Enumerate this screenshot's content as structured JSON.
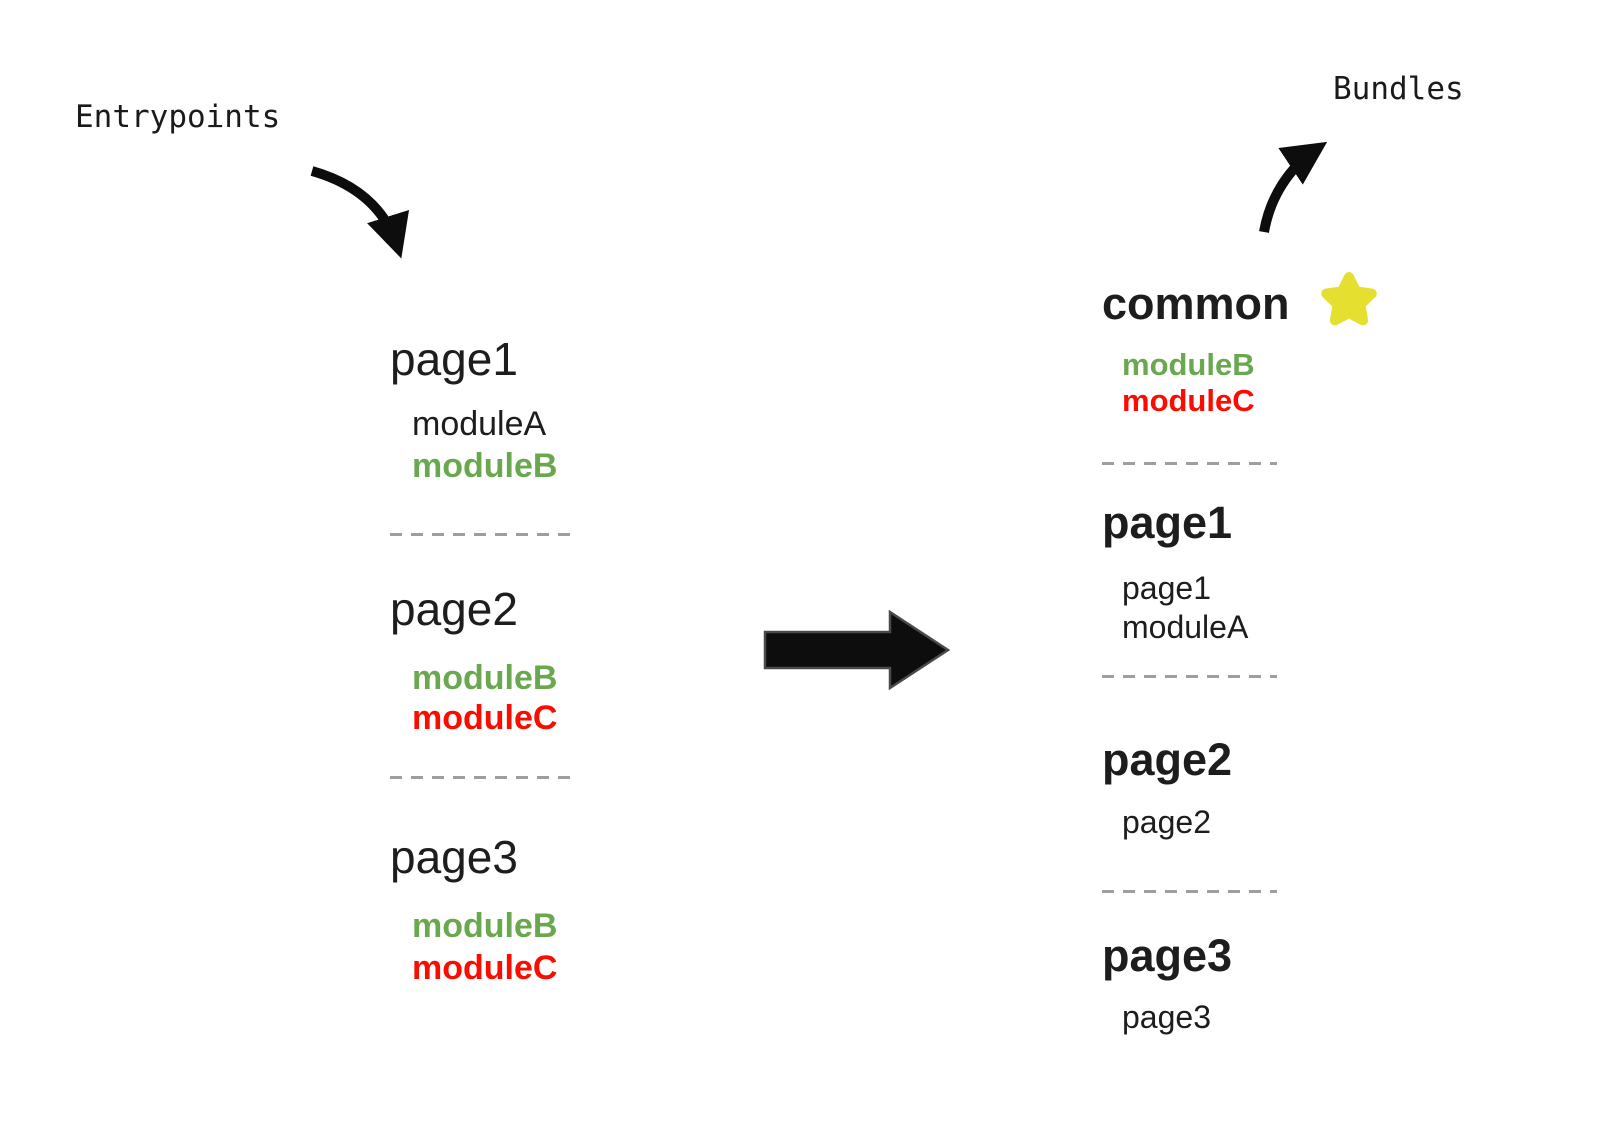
{
  "labels": {
    "entrypoints": "Entrypoints",
    "bundles": "Bundles"
  },
  "colors": {
    "text": "#1d1d1d",
    "green": "#6aa84f",
    "red": "#fb0b00",
    "star_yellow": "#e5e030",
    "divider": "#9e9e9e",
    "arrow": "#0d0d0d"
  },
  "icons": {
    "star": "star-icon",
    "entry_arrow": "curved-arrow-down-right",
    "bundle_arrow": "curved-arrow-up-right",
    "transform_arrow": "right-block-arrow"
  },
  "entrypoints": [
    {
      "title": "page1",
      "modules": [
        {
          "name": "moduleA",
          "color": "black"
        },
        {
          "name": "moduleB",
          "color": "green"
        }
      ]
    },
    {
      "title": "page2",
      "modules": [
        {
          "name": "moduleB",
          "color": "green"
        },
        {
          "name": "moduleC",
          "color": "red"
        }
      ]
    },
    {
      "title": "page3",
      "modules": [
        {
          "name": "moduleB",
          "color": "green"
        },
        {
          "name": "moduleC",
          "color": "red"
        }
      ]
    }
  ],
  "bundles": [
    {
      "title": "common",
      "starred": true,
      "modules": [
        {
          "name": "moduleB",
          "color": "green"
        },
        {
          "name": "moduleC",
          "color": "red"
        }
      ]
    },
    {
      "title": "page1",
      "starred": false,
      "modules": [
        {
          "name": "page1",
          "color": "black"
        },
        {
          "name": "moduleA",
          "color": "black"
        }
      ]
    },
    {
      "title": "page2",
      "starred": false,
      "modules": [
        {
          "name": "page2",
          "color": "black"
        }
      ]
    },
    {
      "title": "page3",
      "starred": false,
      "modules": [
        {
          "name": "page3",
          "color": "black"
        }
      ]
    }
  ]
}
